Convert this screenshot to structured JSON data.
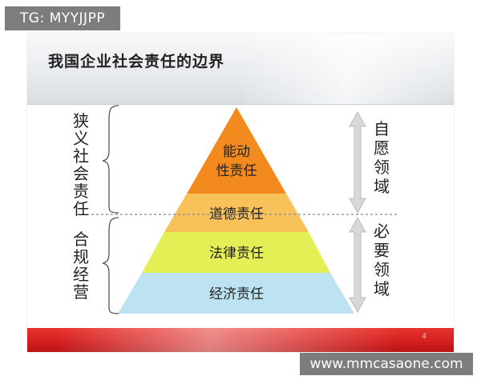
{
  "watermark_top": "TG: MYYJJPP",
  "watermark_bottom": "www.mmcasaone.com",
  "slide": {
    "title": "我国企业社会责任的边界",
    "page_number": "4"
  },
  "pyramid": {
    "layers": [
      {
        "label_line1": "能动",
        "label_line2": "性责任",
        "color": "#f28a1e"
      },
      {
        "label": "道德责任",
        "color": "#f8c15a"
      },
      {
        "label": "法律责任",
        "color": "#e4ee55"
      },
      {
        "label": "经济责任",
        "color": "#bde3f2"
      }
    ]
  },
  "left_labels": {
    "narrow": [
      "狭",
      "义",
      "社",
      "会",
      "责",
      "任"
    ],
    "compliance": [
      "合",
      "规",
      "经",
      "营"
    ]
  },
  "right_labels": {
    "voluntary": [
      "自",
      "愿",
      "领",
      "域"
    ],
    "required": [
      "必",
      "要",
      "领",
      "域"
    ]
  }
}
